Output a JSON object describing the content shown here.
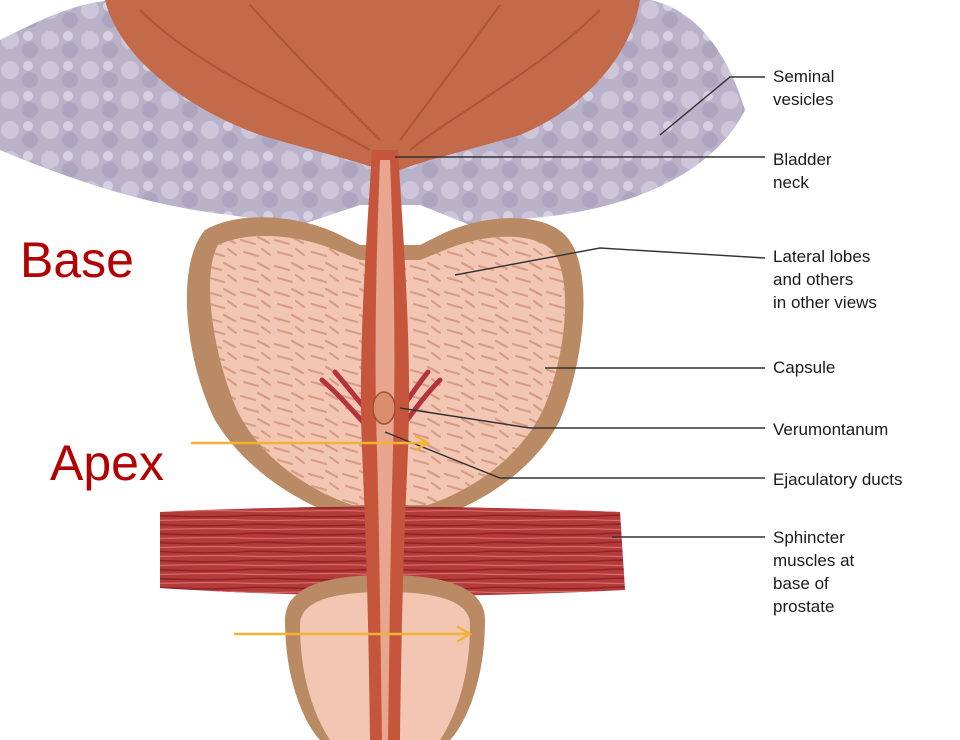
{
  "callouts": [
    {
      "label": "Seminal\nvesicles"
    },
    {
      "label": "Bladder\nneck"
    },
    {
      "label": "Lateral lobes\nand others\nin other views"
    },
    {
      "label": "Capsule"
    },
    {
      "label": "Verumontanum"
    },
    {
      "label": "Ejaculatory ducts"
    },
    {
      "label": "Sphincter\nmuscles at\nbase of\nprostate"
    }
  ],
  "region_labels": {
    "base": "Base",
    "apex": "Apex"
  },
  "colors": {
    "region_label": "#b30000",
    "arrow": "#f2b233",
    "leader_line": "#333333",
    "bladder": "#c26a4a",
    "seminal_vesicles": "#b9b2c8",
    "capsule": "#b98a63",
    "prostate_tissue": "#f2c6b2",
    "sphincter": "#b53a3a",
    "urethra": "#c5563b"
  }
}
